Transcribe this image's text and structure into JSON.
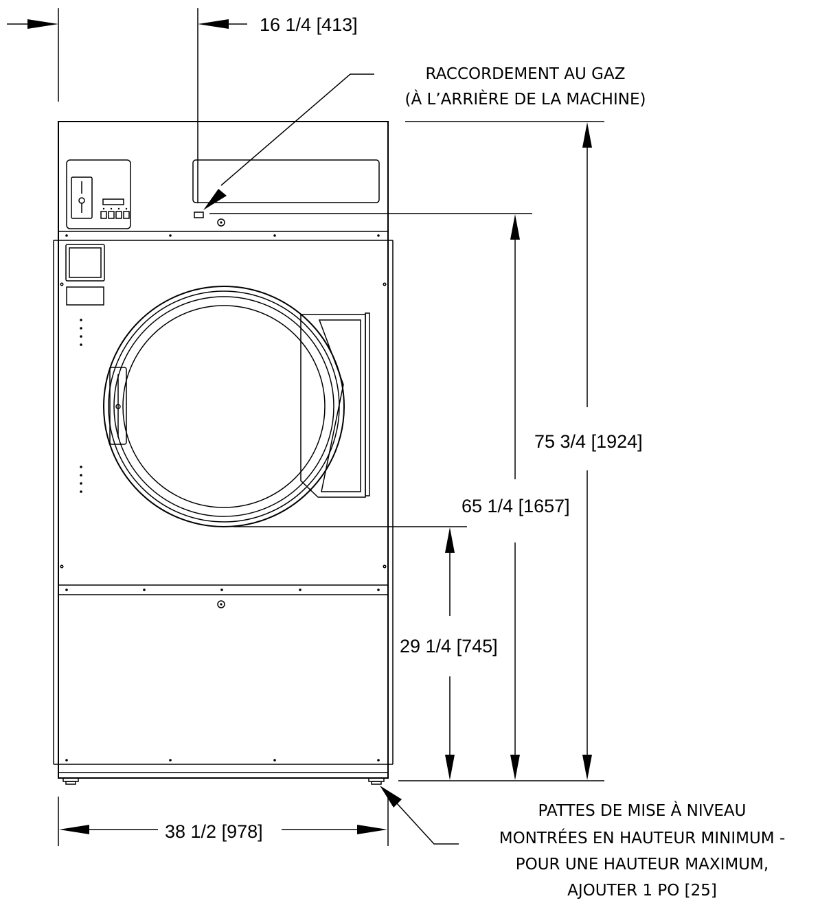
{
  "dimensions": {
    "gas_offset": "16 1/4 [413]",
    "total_height": "75 3/4 [1924]",
    "gas_height": "65 1/4 [1657]",
    "door_bottom_height": "29 1/4 [745]",
    "width": "38 1/2 [978]"
  },
  "notes": {
    "gas": {
      "line1": "RACCORDEMENT AU GAZ",
      "line2": "(À L’ARRIÈRE DE LA MACHINE)"
    },
    "legs": {
      "line1": "PATTES DE MISE À NIVEAU",
      "line2": "MONTRÉES EN HAUTEUR MINIMUM -",
      "line3": "POUR UNE HAUTEUR MAXIMUM,",
      "line4": "AJOUTER 1 PO [25]"
    }
  }
}
